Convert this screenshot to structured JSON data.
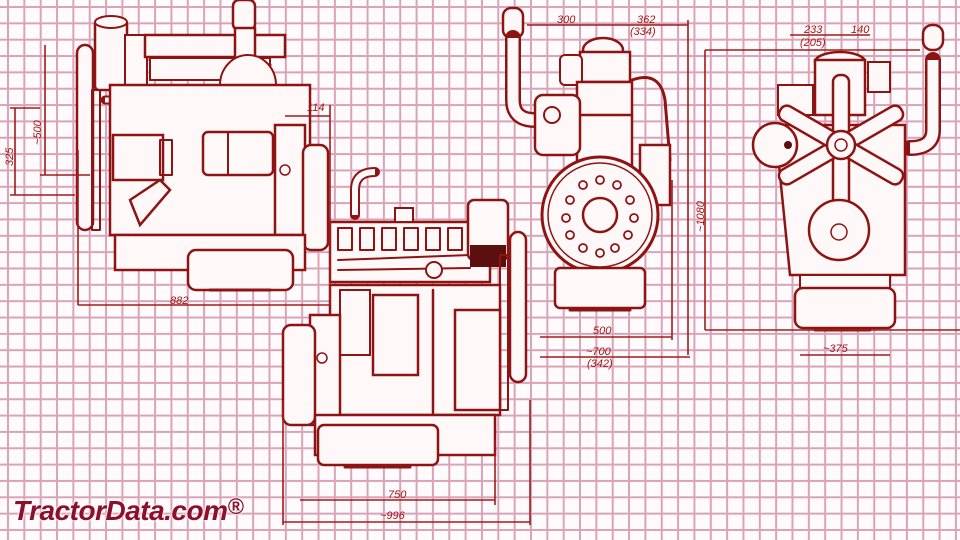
{
  "image": {
    "subject": "tractor engine dimension drawing",
    "views": [
      {
        "id": "side-view-left",
        "label": "left side view"
      },
      {
        "id": "side-view-right",
        "label": "right side view"
      },
      {
        "id": "rear-view",
        "label": "rear (flywheel) view"
      },
      {
        "id": "front-view",
        "label": "front (fan) view"
      }
    ]
  },
  "dimensions": {
    "left_side": {
      "height_325": "325",
      "height_500": "~500",
      "flywheel_114": "114",
      "length_882": "882"
    },
    "right_side": {
      "length_750": "750",
      "length_996": "~996"
    },
    "rear": {
      "top_left_300": "300",
      "top_right_362": "362",
      "top_right_alt": "(334)",
      "height_1080": "~1080",
      "width_500": "500",
      "width_700": "~700",
      "width_700_alt": "(342)"
    },
    "front": {
      "top_233": "233",
      "top_233_alt": "(205)",
      "top_140": "140",
      "width_375": "~375"
    }
  },
  "branding": {
    "logo_text": "TractorData.com",
    "registered_mark": "®",
    "color": "#8c0f2b"
  },
  "colors": {
    "grid": "#d9a3b8",
    "ink": "#8e1414",
    "background": "#fffafb"
  }
}
